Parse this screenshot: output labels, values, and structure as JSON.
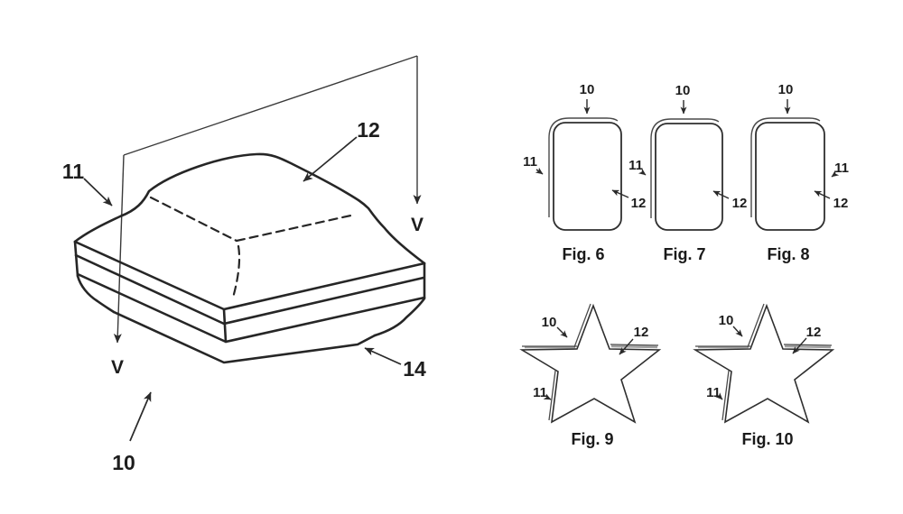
{
  "main_figure": {
    "labels": {
      "ref_10": "10",
      "ref_11": "11",
      "ref_12": "12",
      "ref_14": "14"
    },
    "section_line": {
      "top_label": "V",
      "bottom_label": "V"
    }
  },
  "rect_figures": [
    {
      "caption": "Fig. 6",
      "ref_10": "10",
      "ref_11": "11",
      "ref_12": "12"
    },
    {
      "caption": "Fig. 7",
      "ref_10": "10",
      "ref_11": "11",
      "ref_12": "12"
    },
    {
      "caption": "Fig. 8",
      "ref_10": "10",
      "ref_11": "11",
      "ref_12": "12"
    }
  ],
  "star_figures": [
    {
      "caption": "Fig. 9",
      "ref_10": "10",
      "ref_11": "11",
      "ref_12": "12"
    },
    {
      "caption": "Fig. 10",
      "ref_10": "10",
      "ref_11": "11",
      "ref_12": "12"
    }
  ],
  "colors": {
    "background": "#ffffff",
    "line": "#2a2a2a",
    "accent_gray": "#a0a0a0"
  }
}
